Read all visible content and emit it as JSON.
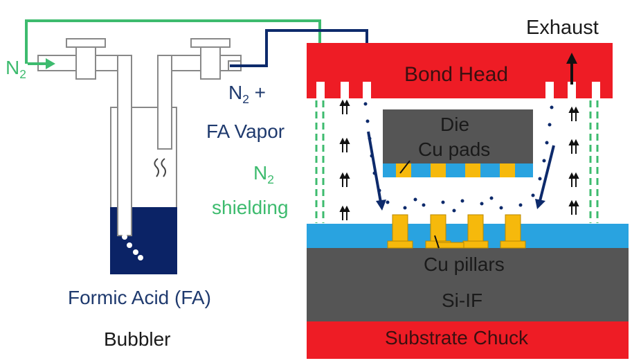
{
  "labels": {
    "exhaust": "Exhaust",
    "bond_head": "Bond Head",
    "n2_in": "N",
    "n2_in_sub": "2",
    "n2_plus": "N",
    "n2_plus_sub": "2",
    "n2_plus_suffix": " +",
    "fa_vapor": "FA Vapor",
    "n2_shield": "N",
    "n2_shield_sub": "2",
    "shielding": "shielding",
    "die": "Die",
    "cu_pads": "Cu pads",
    "cu_pillars": "Cu pillars",
    "si_if": "Si-IF",
    "substrate_chuck": "Substrate Chuck",
    "formic_acid": "Formic Acid (FA)",
    "bubbler": "Bubbler"
  },
  "colors": {
    "red": "#ee1c25",
    "navy": "#0d2a6b",
    "green": "#3dbb6e",
    "gray": "#555555",
    "blue": "#29a3e0",
    "gold": "#f6b90c",
    "liquid": "#0b2366"
  }
}
